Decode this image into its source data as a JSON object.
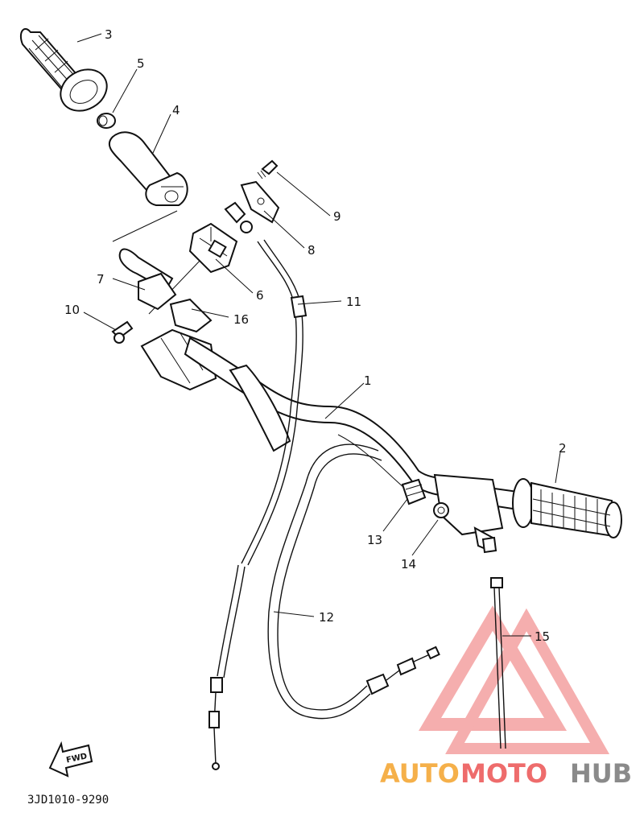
{
  "callouts": [
    {
      "n": "1"
    },
    {
      "n": "2"
    },
    {
      "n": "3"
    },
    {
      "n": "4"
    },
    {
      "n": "5"
    },
    {
      "n": "6"
    },
    {
      "n": "7"
    },
    {
      "n": "8"
    },
    {
      "n": "9"
    },
    {
      "n": "10"
    },
    {
      "n": "11"
    },
    {
      "n": "12"
    },
    {
      "n": "13"
    },
    {
      "n": "14"
    },
    {
      "n": "15"
    },
    {
      "n": "16"
    }
  ],
  "fwd_label": "FWD",
  "diagram_code": "3JD1010-9290",
  "watermark": {
    "part1": "AUTO",
    "part2": "MOTO",
    "part3": "HUB",
    "color_orange": "#f5b04a",
    "color_red": "#ee6c6c",
    "color_gray": "#8a8a8a"
  },
  "colors": {
    "ink": "#111111",
    "paper": "#ffffff"
  }
}
